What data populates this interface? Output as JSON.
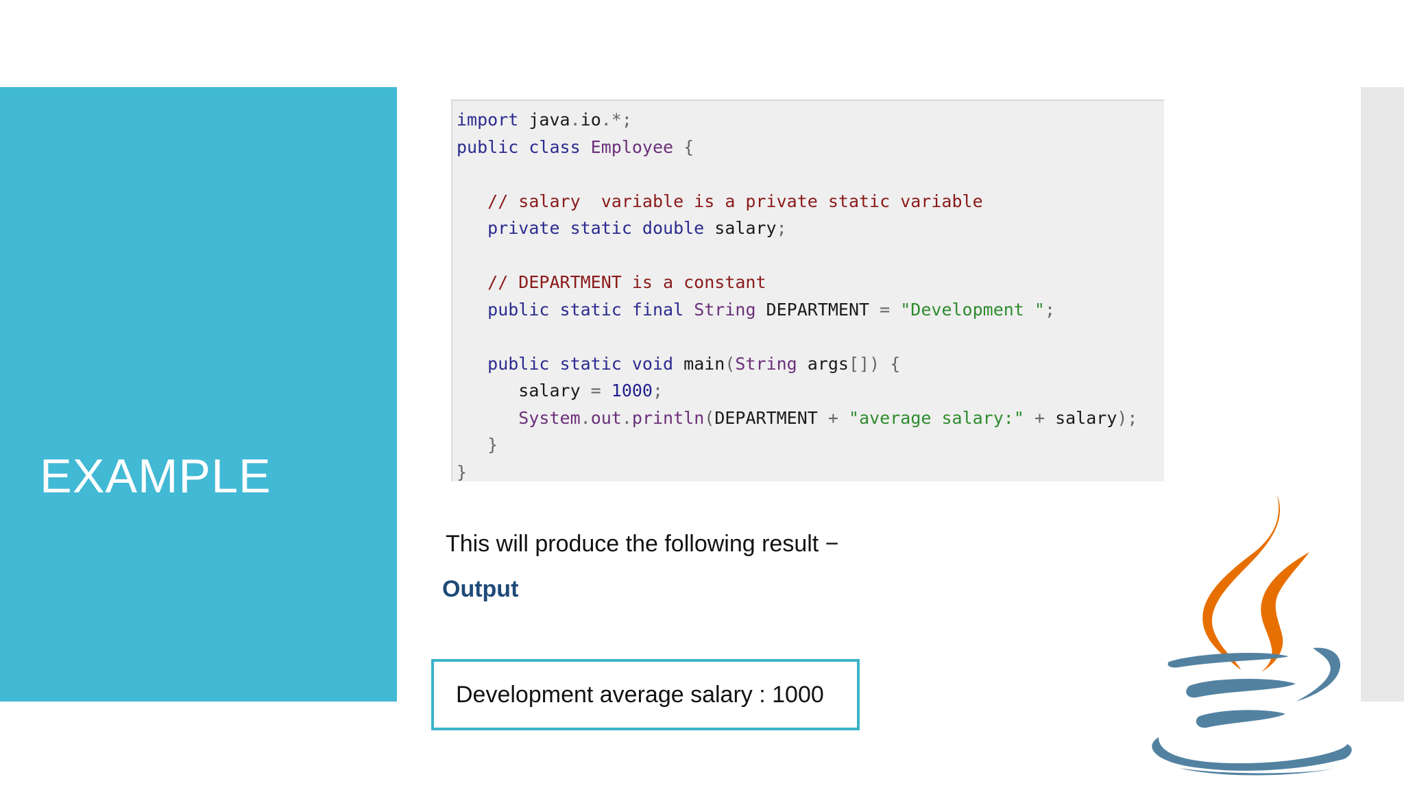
{
  "slide": {
    "title": "EXAMPLE",
    "accent_color": "#42b9d5"
  },
  "code": {
    "lines": [
      [
        {
          "t": "import ",
          "c": "kw"
        },
        {
          "t": "java",
          "c": ""
        },
        {
          "t": ".",
          "c": "pn"
        },
        {
          "t": "io",
          "c": ""
        },
        {
          "t": ".*;",
          "c": "pn"
        }
      ],
      [
        {
          "t": "public class ",
          "c": "kw"
        },
        {
          "t": "Employee ",
          "c": "ty"
        },
        {
          "t": "{",
          "c": "pn"
        }
      ],
      [],
      [
        {
          "t": "   // salary  variable is a private static variable",
          "c": "cm"
        }
      ],
      [
        {
          "t": "   private static double ",
          "c": "kw"
        },
        {
          "t": "salary",
          "c": ""
        },
        {
          "t": ";",
          "c": "pn"
        }
      ],
      [],
      [
        {
          "t": "   // DEPARTMENT is a constant",
          "c": "cm"
        }
      ],
      [
        {
          "t": "   public static final ",
          "c": "kw"
        },
        {
          "t": "String ",
          "c": "ty"
        },
        {
          "t": "DEPARTMENT ",
          "c": ""
        },
        {
          "t": "= ",
          "c": "pn"
        },
        {
          "t": "\"Development \"",
          "c": "st"
        },
        {
          "t": ";",
          "c": "pn"
        }
      ],
      [],
      [
        {
          "t": "   public static void ",
          "c": "kw"
        },
        {
          "t": "main",
          "c": ""
        },
        {
          "t": "(",
          "c": "pn"
        },
        {
          "t": "String ",
          "c": "ty"
        },
        {
          "t": "args",
          "c": ""
        },
        {
          "t": "[]) {",
          "c": "pn"
        }
      ],
      [
        {
          "t": "      salary ",
          "c": ""
        },
        {
          "t": "= ",
          "c": "pn"
        },
        {
          "t": "1000",
          "c": "nm"
        },
        {
          "t": ";",
          "c": "pn"
        }
      ],
      [
        {
          "t": "      System",
          "c": "ty"
        },
        {
          "t": ".",
          "c": "pn"
        },
        {
          "t": "out",
          "c": "ty"
        },
        {
          "t": ".",
          "c": "pn"
        },
        {
          "t": "println",
          "c": "ty"
        },
        {
          "t": "(",
          "c": "pn"
        },
        {
          "t": "DEPARTMENT ",
          "c": ""
        },
        {
          "t": "+ ",
          "c": "pn"
        },
        {
          "t": "\"average salary:\" ",
          "c": "st"
        },
        {
          "t": "+ ",
          "c": "pn"
        },
        {
          "t": "salary",
          "c": ""
        },
        {
          "t": ");",
          "c": "pn"
        }
      ],
      [
        {
          "t": "   }",
          "c": "pn"
        }
      ],
      [
        {
          "t": "}",
          "c": "pn"
        }
      ]
    ]
  },
  "result_text": "This will produce the following result −",
  "output_label": "Output",
  "output_value": "Development average salary : 1000",
  "logo": {
    "icon": "java-logo-icon",
    "flame_color": "#e76f00",
    "cup_color": "#5382a1"
  }
}
